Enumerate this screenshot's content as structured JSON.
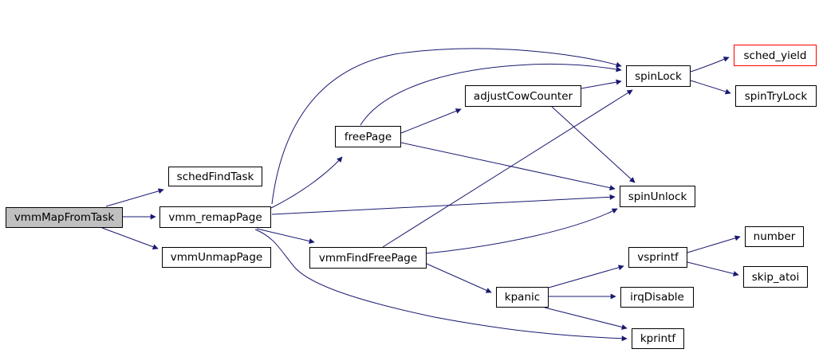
{
  "diagram": {
    "kind": "function-call-graph",
    "focus_function": "vmmMapFromTask",
    "colors": {
      "background": "#ffffff",
      "edge": "#191970",
      "node_border": "#000000",
      "node_fill": "#ffffff",
      "node_text": "#000000",
      "focus_fill": "#c0c0c0",
      "highlight_border": "#ff0000"
    },
    "nodes": [
      {
        "id": "vmmMapFromTask",
        "label": "vmmMapFromTask",
        "role": "focus"
      },
      {
        "id": "schedFindTask",
        "label": "schedFindTask",
        "role": "normal"
      },
      {
        "id": "vmm_remapPage",
        "label": "vmm_remapPage",
        "role": "normal"
      },
      {
        "id": "vmmUnmapPage",
        "label": "vmmUnmapPage",
        "role": "normal"
      },
      {
        "id": "freePage",
        "label": "freePage",
        "role": "normal"
      },
      {
        "id": "adjustCowCounter",
        "label": "adjustCowCounter",
        "role": "normal"
      },
      {
        "id": "spinLock",
        "label": "spinLock",
        "role": "normal"
      },
      {
        "id": "sched_yield",
        "label": "sched_yield",
        "role": "highlight"
      },
      {
        "id": "spinTryLock",
        "label": "spinTryLock",
        "role": "normal"
      },
      {
        "id": "spinUnlock",
        "label": "spinUnlock",
        "role": "normal"
      },
      {
        "id": "vmmFindFreePage",
        "label": "vmmFindFreePage",
        "role": "normal"
      },
      {
        "id": "kpanic",
        "label": "kpanic",
        "role": "normal"
      },
      {
        "id": "vsprintf",
        "label": "vsprintf",
        "role": "normal"
      },
      {
        "id": "irqDisable",
        "label": "irqDisable",
        "role": "normal"
      },
      {
        "id": "kprintf",
        "label": "kprintf",
        "role": "normal"
      },
      {
        "id": "number",
        "label": "number",
        "role": "normal"
      },
      {
        "id": "skip_atoi",
        "label": "skip_atoi",
        "role": "normal"
      }
    ],
    "edges": [
      {
        "from": "vmmMapFromTask",
        "to": "schedFindTask"
      },
      {
        "from": "vmmMapFromTask",
        "to": "vmm_remapPage"
      },
      {
        "from": "vmmMapFromTask",
        "to": "vmmUnmapPage"
      },
      {
        "from": "vmm_remapPage",
        "to": "spinLock"
      },
      {
        "from": "vmm_remapPage",
        "to": "freePage"
      },
      {
        "from": "vmm_remapPage",
        "to": "spinUnlock"
      },
      {
        "from": "vmm_remapPage",
        "to": "vmmFindFreePage"
      },
      {
        "from": "vmm_remapPage",
        "to": "kprintf"
      },
      {
        "from": "freePage",
        "to": "spinLock"
      },
      {
        "from": "freePage",
        "to": "adjustCowCounter"
      },
      {
        "from": "freePage",
        "to": "spinUnlock"
      },
      {
        "from": "adjustCowCounter",
        "to": "spinLock"
      },
      {
        "from": "adjustCowCounter",
        "to": "spinUnlock"
      },
      {
        "from": "vmmFindFreePage",
        "to": "spinLock"
      },
      {
        "from": "vmmFindFreePage",
        "to": "spinUnlock"
      },
      {
        "from": "vmmFindFreePage",
        "to": "kpanic"
      },
      {
        "from": "spinLock",
        "to": "sched_yield"
      },
      {
        "from": "spinLock",
        "to": "spinTryLock"
      },
      {
        "from": "kpanic",
        "to": "vsprintf"
      },
      {
        "from": "kpanic",
        "to": "irqDisable"
      },
      {
        "from": "kpanic",
        "to": "kprintf"
      },
      {
        "from": "vsprintf",
        "to": "number"
      },
      {
        "from": "vsprintf",
        "to": "skip_atoi"
      }
    ]
  }
}
